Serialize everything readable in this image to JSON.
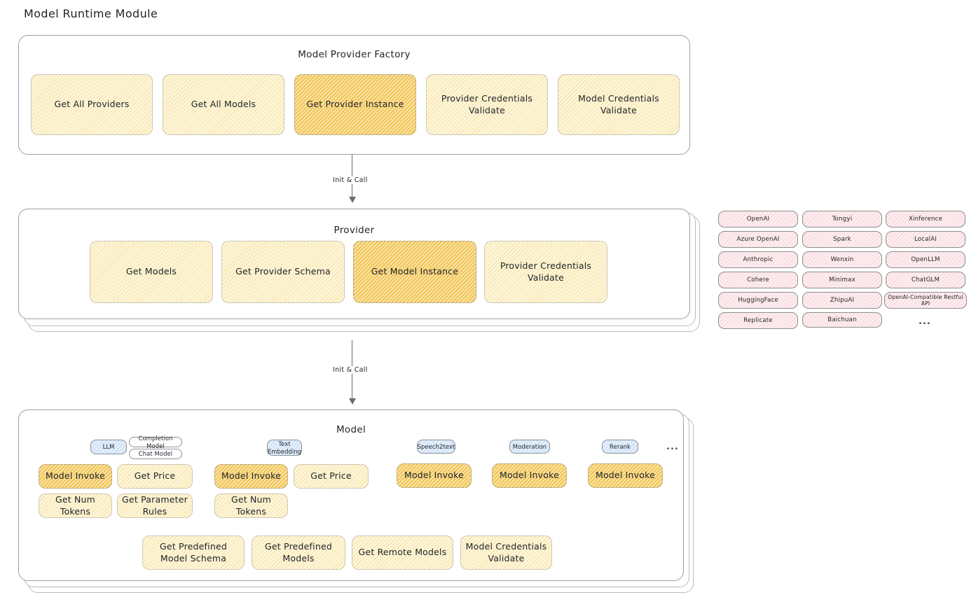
{
  "page": {
    "title": "Model Runtime Module"
  },
  "factory": {
    "title": "Model Provider Factory",
    "blocks": [
      {
        "label": "Get All Providers",
        "highlight": false
      },
      {
        "label": "Get All Models",
        "highlight": false
      },
      {
        "label": "Get Provider Instance",
        "highlight": true
      },
      {
        "label": "Provider Credentials Validate",
        "highlight": false
      },
      {
        "label": "Model Credentials Validate",
        "highlight": false
      }
    ]
  },
  "arrow1": {
    "label": "Init & Call"
  },
  "provider": {
    "title": "Provider",
    "blocks": [
      {
        "label": "Get Models",
        "highlight": false
      },
      {
        "label": "Get Provider Schema",
        "highlight": false
      },
      {
        "label": "Get Model Instance",
        "highlight": true
      },
      {
        "label": "Provider Credentials Validate",
        "highlight": false
      }
    ]
  },
  "provider_list": {
    "columns": [
      {
        "items": [
          "OpenAI",
          "Azure OpenAI",
          "Anthropic",
          "Cohere",
          "HuggingFace",
          "Replicate"
        ]
      },
      {
        "items": [
          "Tongyi",
          "Spark",
          "Wenxin",
          "Minimax",
          "ZhipuAI",
          "Baichuan"
        ]
      },
      {
        "items": [
          "Xinference",
          "LocalAI",
          "OpenLLM",
          "ChatGLM",
          "OpenAI-Compatible Restful API"
        ]
      }
    ],
    "ellipsis": "..."
  },
  "arrow2": {
    "label": "Init & Call"
  },
  "model": {
    "title": "Model",
    "ellipsis": "...",
    "types": [
      {
        "badge": "LLM",
        "sub": [
          "Completion Model",
          "Chat Model"
        ]
      },
      {
        "badge": "Text Embedding",
        "sub": []
      },
      {
        "badge": "Speech2text",
        "sub": []
      },
      {
        "badge": "Moderation",
        "sub": []
      },
      {
        "badge": "Rerank",
        "sub": []
      }
    ],
    "ops": {
      "llm": [
        {
          "label": "Model Invoke",
          "highlight": true
        },
        {
          "label": "Get Price",
          "highlight": false
        },
        {
          "label": "Get Num Tokens",
          "highlight": false
        },
        {
          "label": "Get Parameter Rules",
          "highlight": false
        }
      ],
      "text_embedding": [
        {
          "label": "Model Invoke",
          "highlight": true
        },
        {
          "label": "Get Price",
          "highlight": false
        },
        {
          "label": "Get Num Tokens",
          "highlight": false
        }
      ],
      "speech2text": [
        {
          "label": "Model Invoke",
          "highlight": true
        }
      ],
      "moderation": [
        {
          "label": "Model Invoke",
          "highlight": true
        }
      ],
      "rerank": [
        {
          "label": "Model Invoke",
          "highlight": true
        }
      ]
    },
    "common": [
      {
        "label": "Get Predefined Model Schema",
        "highlight": false
      },
      {
        "label": "Get Predefined Models",
        "highlight": false
      },
      {
        "label": "Get Remote Models",
        "highlight": false
      },
      {
        "label": "Model Credentials Validate",
        "highlight": false
      }
    ]
  }
}
